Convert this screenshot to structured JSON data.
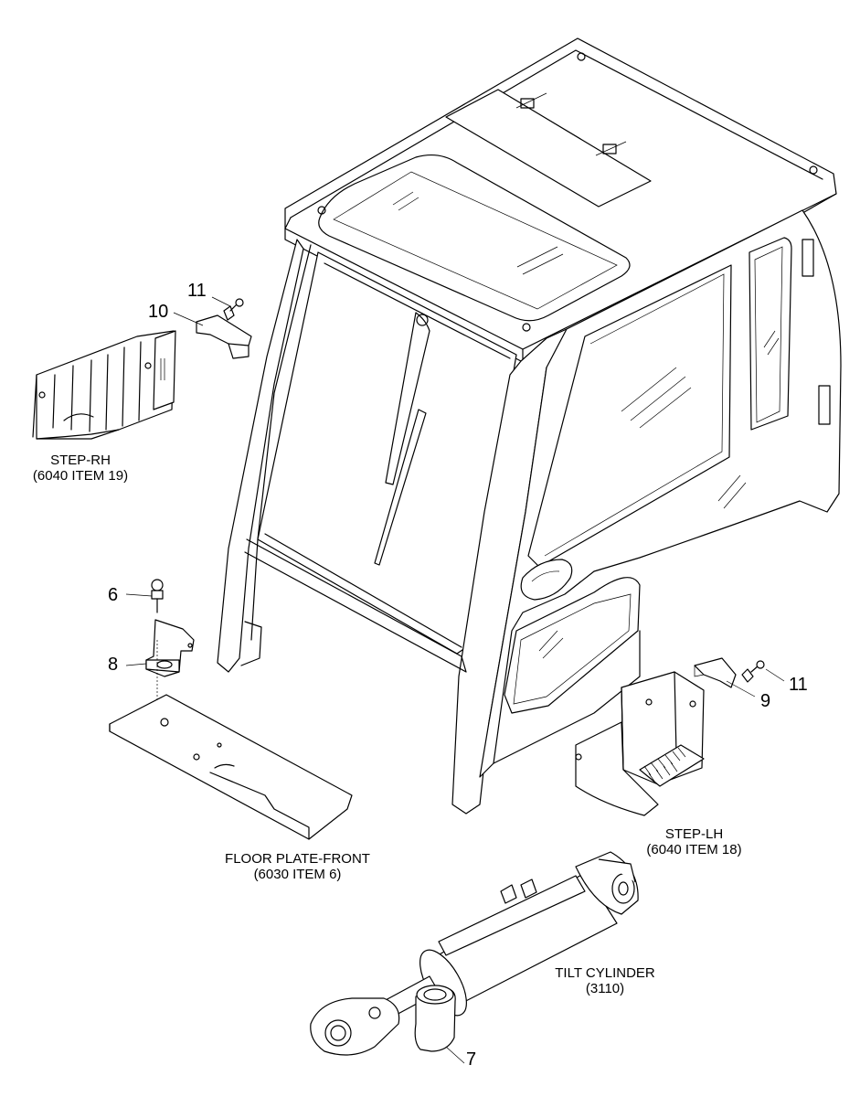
{
  "callouts": {
    "c11_top": "11",
    "c10": "10",
    "c6": "6",
    "c8": "8",
    "c11_right": "11",
    "c9": "9",
    "c7": "7"
  },
  "captions": {
    "step_rh": {
      "line1": "STEP-RH",
      "line2": "(6040 ITEM 19)"
    },
    "step_lh": {
      "line1": "STEP-LH",
      "line2": "(6040 ITEM 18)"
    },
    "floor_plate": {
      "line1": "FLOOR PLATE-FRONT",
      "line2": "(6030 ITEM 6)"
    },
    "tilt_cylinder": {
      "line1": "TILT CYLINDER",
      "line2": "(3110)"
    }
  }
}
